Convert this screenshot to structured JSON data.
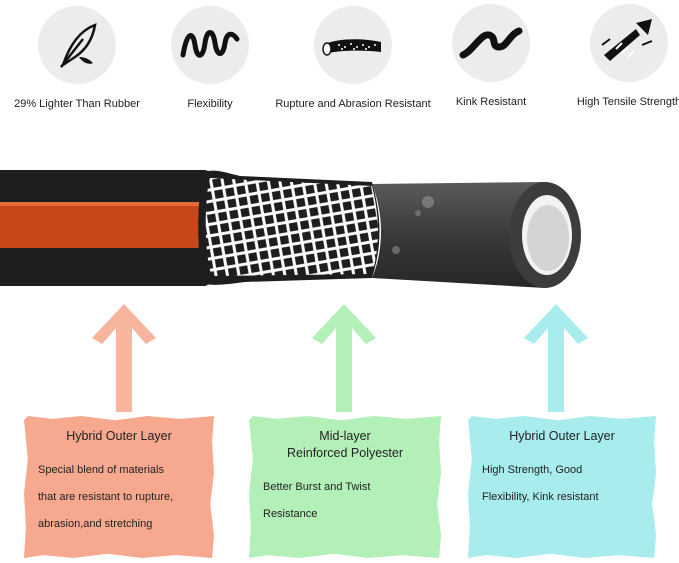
{
  "features": [
    {
      "label": "29% Lighter Than Rubber",
      "icon": "feather-icon"
    },
    {
      "label": "Flexibility",
      "icon": "wavy-line-icon"
    },
    {
      "label": "Rupture and Abrasion Resistant",
      "icon": "hose-tube-icon"
    },
    {
      "label": "Kink Resistant",
      "icon": "curved-hose-icon"
    },
    {
      "label": "High Tensile Strength",
      "icon": "stretch-arrow-icon"
    }
  ],
  "layers": [
    {
      "title_1": "Hybrid Outer Layer",
      "title_2": "",
      "line_1": "Special blend of materials",
      "line_2": "that are resistant to rupture,",
      "line_3": "abrasion,and stretching",
      "color": "#f7a98f"
    },
    {
      "title_1": "Mid-layer",
      "title_2": "Reinforced Polyester",
      "line_1": "Better Burst and Twist",
      "line_2": "Resistance",
      "line_3": "",
      "color": "#b2f0b8"
    },
    {
      "title_1": "Hybrid Outer Layer",
      "title_2": "",
      "line_1": "High Strength, Good",
      "line_2": "Flexibility, Kink resistant",
      "line_3": "",
      "color": "#a9ecee"
    }
  ],
  "colors": {
    "hose_black": "#1e1e1e",
    "hose_stripe": "#c8471a",
    "mesh": "#ffffff",
    "inner_tube": "#3a3a3a"
  }
}
